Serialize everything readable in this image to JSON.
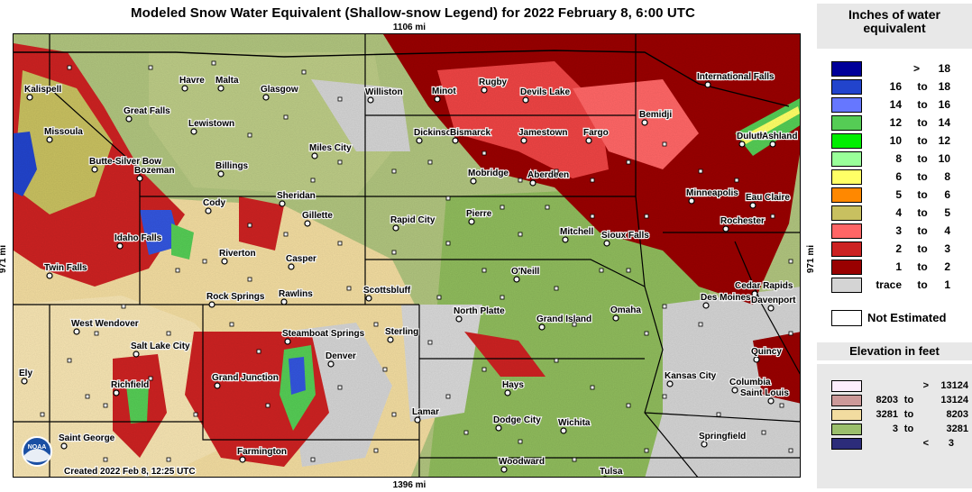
{
  "title": "Modeled Snow Water Equivalent (Shallow-snow Legend) for 2022 February 8, 6:00 UTC",
  "distances": {
    "top": "1106 mi",
    "bottom": "1396 mi",
    "left": "971 mi",
    "right": "971 mi"
  },
  "credit": "Created 2022 Feb 8, 12:25 UTC",
  "logo": {
    "icon": "noaa-logo",
    "text": "NOAA"
  },
  "cities": [
    "Kalispell",
    "Havre",
    "Malta",
    "Glasgow",
    "Williston",
    "Minot",
    "Rugby",
    "Devils Lake",
    "International Falls",
    "Great Falls",
    "Lewistown",
    "Missoula",
    "Bemidji",
    "Dickinson",
    "Bismarck",
    "Jamestown",
    "Fargo",
    "Duluth",
    "Ashland",
    "Butte-Silver Bow",
    "Bozeman",
    "Miles City",
    "Billings",
    "Mobridge",
    "Aberdeen",
    "Sheridan",
    "Cody",
    "Minneapolis",
    "Eau Claire",
    "Gillette",
    "Rapid City",
    "Pierre",
    "Rochester",
    "Idaho Falls",
    "Mitchell",
    "Sioux Falls",
    "Riverton",
    "Casper",
    "O'Neill",
    "Twin Falls",
    "Cedar Rapids",
    "Davenport",
    "Des Moines",
    "Rock Springs",
    "Rawlins",
    "Scottsbluff",
    "North Platte",
    "Grand Island",
    "Omaha",
    "West Wendover",
    "Steamboat Springs",
    "Sterling",
    "Salt Lake City",
    "Denver",
    "Quincy",
    "Ely",
    "Grand Junction",
    "Hays",
    "Kansas City",
    "Columbia",
    "Saint Louis",
    "Richfield",
    "Lamar",
    "Dodge City",
    "Wichita",
    "Saint George",
    "Springfield",
    "Farmington",
    "Woodward",
    "Tulsa"
  ],
  "legend": {
    "title": "Inches of water equivalent",
    "to_word": "to",
    "gt_symbol": ">",
    "lt_symbol": "<",
    "swe_rows": [
      {
        "lo": ">",
        "hi": "18",
        "color": "#000099"
      },
      {
        "lo": "16",
        "hi": "18",
        "color": "#2244cc"
      },
      {
        "lo": "14",
        "hi": "16",
        "color": "#6677ff"
      },
      {
        "lo": "12",
        "hi": "14",
        "color": "#55cc55"
      },
      {
        "lo": "10",
        "hi": "12",
        "color": "#00ee00"
      },
      {
        "lo": "8",
        "hi": "10",
        "color": "#99ff99"
      },
      {
        "lo": "6",
        "hi": "8",
        "color": "#ffff66"
      },
      {
        "lo": "5",
        "hi": "6",
        "color": "#ff8800"
      },
      {
        "lo": "4",
        "hi": "5",
        "color": "#c8c060"
      },
      {
        "lo": "3",
        "hi": "4",
        "color": "#ff6666"
      },
      {
        "lo": "2",
        "hi": "3",
        "color": "#cc2222"
      },
      {
        "lo": "1",
        "hi": "2",
        "color": "#990000"
      },
      {
        "lo": "trace",
        "hi": "1",
        "color": "#d4d4d4"
      }
    ],
    "not_estimated": "Not Estimated",
    "elevation_title": "Elevation in feet",
    "elev_rows": [
      {
        "lo": ">",
        "hi": "13124",
        "color": "#fdeefd"
      },
      {
        "lo": "8203",
        "hi": "13124",
        "color": "#cc9999"
      },
      {
        "lo": "3281",
        "hi": "8203",
        "color": "#f2dca0"
      },
      {
        "lo": "3",
        "hi": "3281",
        "color": "#9bbf6c"
      },
      {
        "lo": "<",
        "hi": "3",
        "color": "#2c2c7a"
      }
    ]
  }
}
